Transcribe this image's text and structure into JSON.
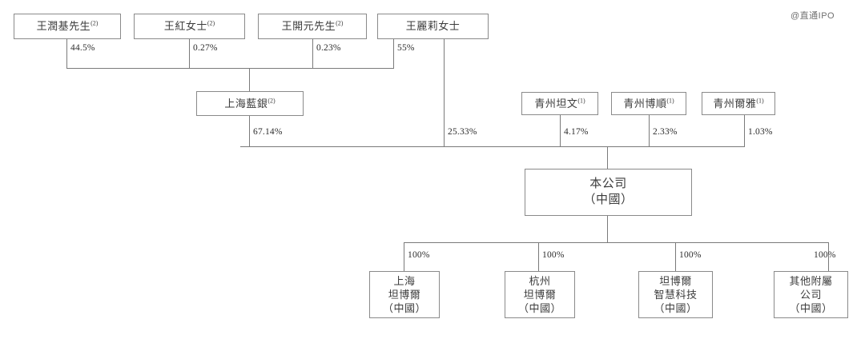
{
  "watermark": "@直通IPO",
  "diagram": {
    "type": "org-chart-shareholding-structure",
    "tier1": [
      {
        "id": "wang-run-ji",
        "name": "王潤基先生",
        "note": "(2)",
        "pct_to_lanyin": "44.5%"
      },
      {
        "id": "wang-hong",
        "name": "王紅女士",
        "note": "(2)",
        "pct_to_lanyin": "0.27%"
      },
      {
        "id": "wang-kai-yuan",
        "name": "王開元先生",
        "note": "(2)",
        "pct_to_lanyin": "0.23%"
      },
      {
        "id": "wang-li-li",
        "name": "王麗莉女士",
        "note": "",
        "pct_to_lanyin": "55%",
        "pct_direct": "25.33%"
      }
    ],
    "tier2_holding": {
      "id": "shanghai-lanyin",
      "name": "上海藍銀",
      "note": "(2)",
      "pct_to_company": "67.14%"
    },
    "tier2_partners": [
      {
        "id": "qingzhou-tanwen",
        "name": "青州坦文",
        "note": "(1)",
        "pct_to_company": "4.17%"
      },
      {
        "id": "qingzhou-boshun",
        "name": "青州博順",
        "note": "(1)",
        "pct_to_company": "2.33%"
      },
      {
        "id": "qingzhou-erya",
        "name": "青州爾雅",
        "note": "(1)",
        "pct_to_company": "1.03%"
      }
    ],
    "company": {
      "id": "the-company",
      "line1": "本公司",
      "line2": "（中國）"
    },
    "subsidiaries": [
      {
        "id": "shanghai-tanboer",
        "line1": "上海",
        "line2": "坦博爾",
        "line3": "（中國）",
        "pct": "100%"
      },
      {
        "id": "hangzhou-tanboer",
        "line1": "杭州",
        "line2": "坦博爾",
        "line3": "（中國）",
        "pct": "100%"
      },
      {
        "id": "tanboer-smart",
        "line1": "坦博爾",
        "line2": "智慧科技",
        "line3": "（中國）",
        "pct": "100%"
      },
      {
        "id": "other-subs",
        "line1": "其他附屬",
        "line2": "公司",
        "line3": "（中國）",
        "pct": "100%"
      }
    ]
  }
}
